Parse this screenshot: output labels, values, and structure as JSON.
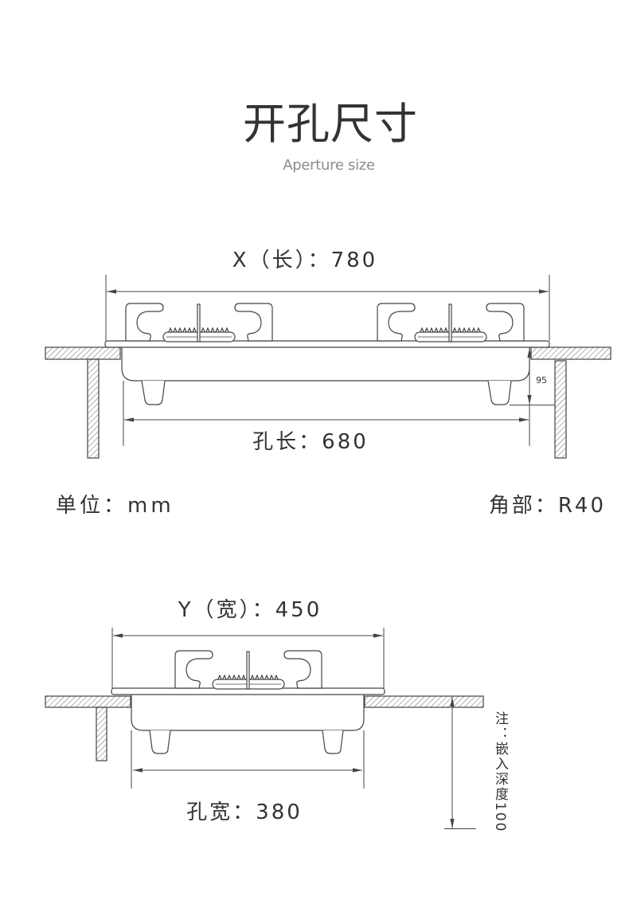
{
  "header": {
    "title": "开孔尺寸",
    "subtitle": "Aperture size"
  },
  "length_view": {
    "overall_dimension": "X（长）：780",
    "cutout_dimension": "孔长：680",
    "body_height": "95"
  },
  "notes": {
    "unit": "单位：mm",
    "corner_radius": "角部：R40"
  },
  "width_view": {
    "overall_dimension": "Y（宽）：450",
    "cutout_dimension": "孔宽：380",
    "embed_depth_note": "注：嵌入深度100"
  },
  "colors": {
    "line": "#444444",
    "text": "#333333",
    "subtitle": "#8c8c8c",
    "hatch": "#666666"
  }
}
